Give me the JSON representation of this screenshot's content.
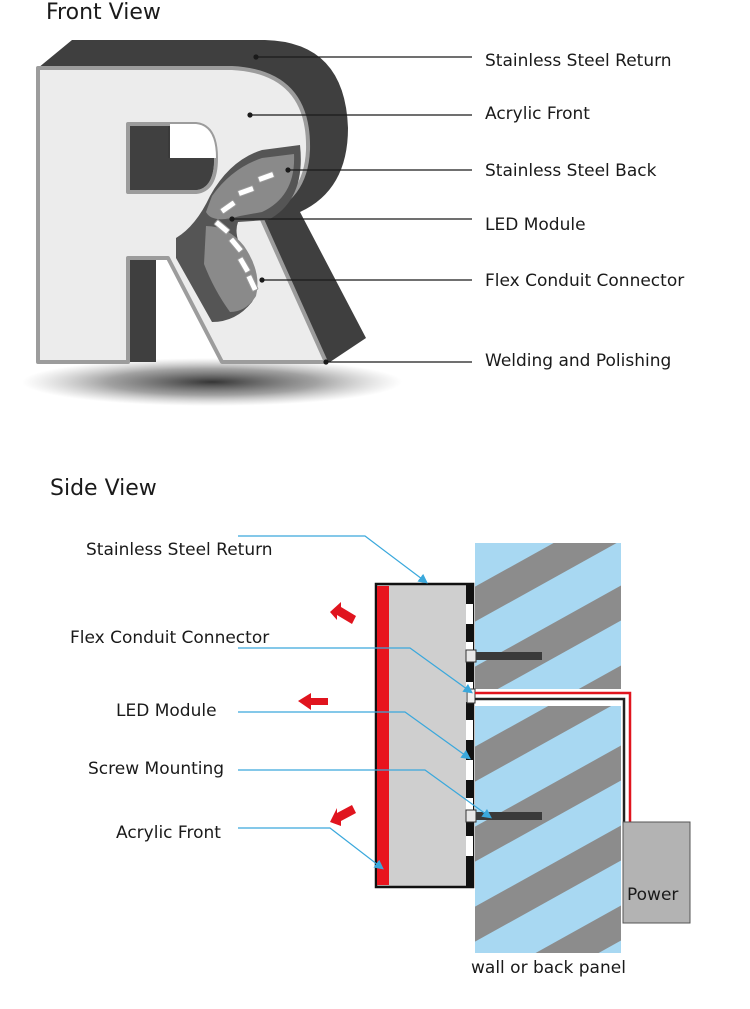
{
  "front_view": {
    "title": "Front View",
    "labels": [
      "Stainless Steel Return",
      "Acrylic Front",
      "Stainless Steel Back",
      "LED Module",
      "Flex Conduit Connector",
      "Welding and Polishing"
    ]
  },
  "side_view": {
    "title": "Side View",
    "labels": [
      "Stainless Steel Return",
      "Flex Conduit Connector",
      "LED Module",
      "Screw Mounting",
      "Acrylic Front"
    ],
    "power_label": "Power",
    "wall_label": "wall or back panel"
  },
  "colors": {
    "return_dark": "#3f3f3f",
    "front_face": "#ececec",
    "face_outline": "#9c9c9c",
    "acrylic_red": "#e8141e",
    "arrow_red": "#e0141e",
    "wall_blue": "#a8d8f2",
    "stripe_gray": "#8c8c8c",
    "leader_blue": "#3aa8dc",
    "power_box": "#b3b3b3"
  }
}
